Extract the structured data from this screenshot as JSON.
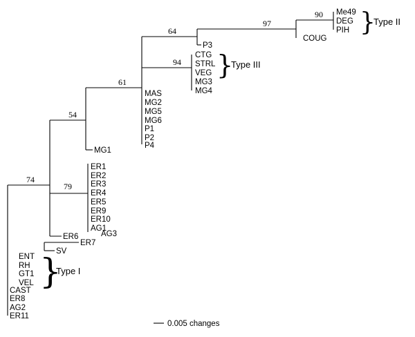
{
  "tree": {
    "bootstrap": {
      "root": "74",
      "er_clade": "79",
      "n54": "54",
      "n61": "61",
      "n64": "64",
      "n97": "97",
      "type2_clade": "90",
      "type3_clade": "94"
    },
    "clade_labels": {
      "type1": "Type I",
      "type2": "Type II",
      "type3": "Type III"
    },
    "scale": {
      "label": "0.005 changes"
    },
    "leaves": {
      "type2": [
        "Me49",
        "DEG",
        "PIH"
      ],
      "coug": "COUG",
      "p3": "P3",
      "type3": [
        "CTG",
        "STRL",
        "VEG",
        "MG3",
        "MG4"
      ],
      "n61_group": [
        "MAS",
        "MG2",
        "MG5",
        "MG6",
        "P1",
        "P2",
        "P4"
      ],
      "mg1": "MG1",
      "er_group": [
        "ER1",
        "ER2",
        "ER3",
        "ER4",
        "ER5",
        "ER9",
        "ER10",
        "AG1",
        "AG3"
      ],
      "er6": "ER6",
      "er7": "ER7",
      "sv": "SV",
      "type1": [
        "ENT",
        "RH",
        "GT1",
        "VEL"
      ],
      "root_others": [
        "CAST",
        "ER8",
        "AG2",
        "ER11"
      ]
    }
  }
}
